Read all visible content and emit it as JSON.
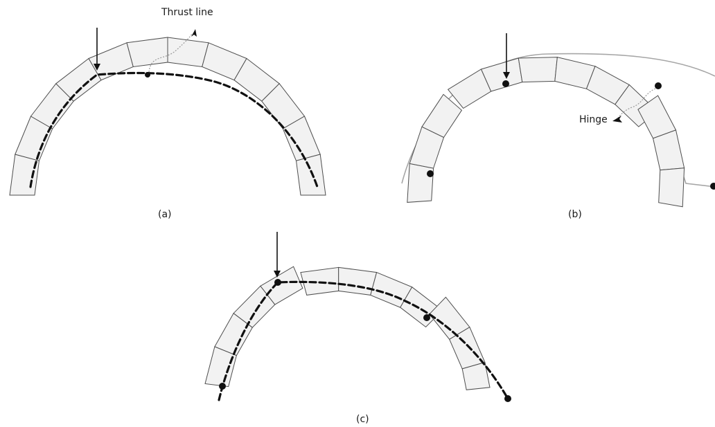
{
  "labels": {
    "thrust_line": "Thrust line",
    "hinge": "Hinge",
    "panel_a": "(a)",
    "panel_b": "(b)",
    "panel_c": "(c)"
  },
  "icons": {
    "load_arrow": "down-arrow-icon",
    "hinge_marker": "filled-circle"
  },
  "colors": {
    "block_fill": "#f2f2f2",
    "block_stroke": "#4d4d4d",
    "thrust_line": "#111111",
    "displaced_outline": "#a6a6a6"
  }
}
